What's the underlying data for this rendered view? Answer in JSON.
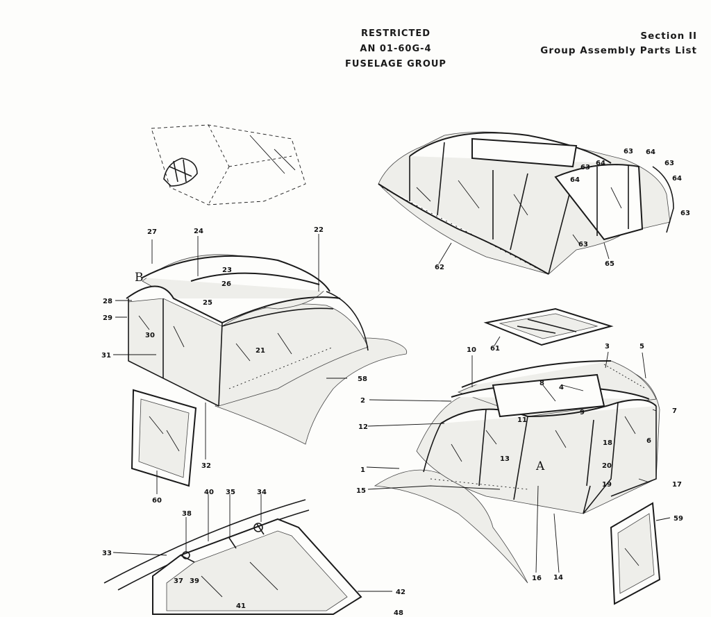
{
  "header": {
    "restricted": "RESTRICTED",
    "doc_number": "AN 01-60G-4",
    "group": "FUSELAGE GROUP",
    "section": "Section II",
    "list_title": "Group Assembly Parts List"
  },
  "view_labels": {
    "a": "A",
    "b": "B"
  },
  "callouts": {
    "c1": "1",
    "c2": "2",
    "c3": "3",
    "c4": "4",
    "c5": "5",
    "c6": "6",
    "c7": "7",
    "c8": "8",
    "c9": "9",
    "c10": "10",
    "c11": "11",
    "c12": "12",
    "c13": "13",
    "c14": "14",
    "c15": "15",
    "c16": "16",
    "c17": "17",
    "c18": "18",
    "c19": "19",
    "c20": "20",
    "c21": "21",
    "c22": "22",
    "c23": "23",
    "c24": "24",
    "c25": "25",
    "c26": "26",
    "c27": "27",
    "c28": "28",
    "c29": "29",
    "c30": "30",
    "c31": "31",
    "c32": "32",
    "c33": "33",
    "c34": "34",
    "c35": "35",
    "c37": "37",
    "c38": "38",
    "c39": "39",
    "c40": "40",
    "c41": "41",
    "c42": "42",
    "c48": "48",
    "c58": "58",
    "c59": "59",
    "c60": "60",
    "c61": "61",
    "c62": "62",
    "c63a": "63",
    "c63b": "63",
    "c63c": "63",
    "c63d": "63",
    "c64a": "64",
    "c64b": "64",
    "c64c": "64",
    "c64d": "64",
    "c65": "65",
    "c66": "63"
  }
}
